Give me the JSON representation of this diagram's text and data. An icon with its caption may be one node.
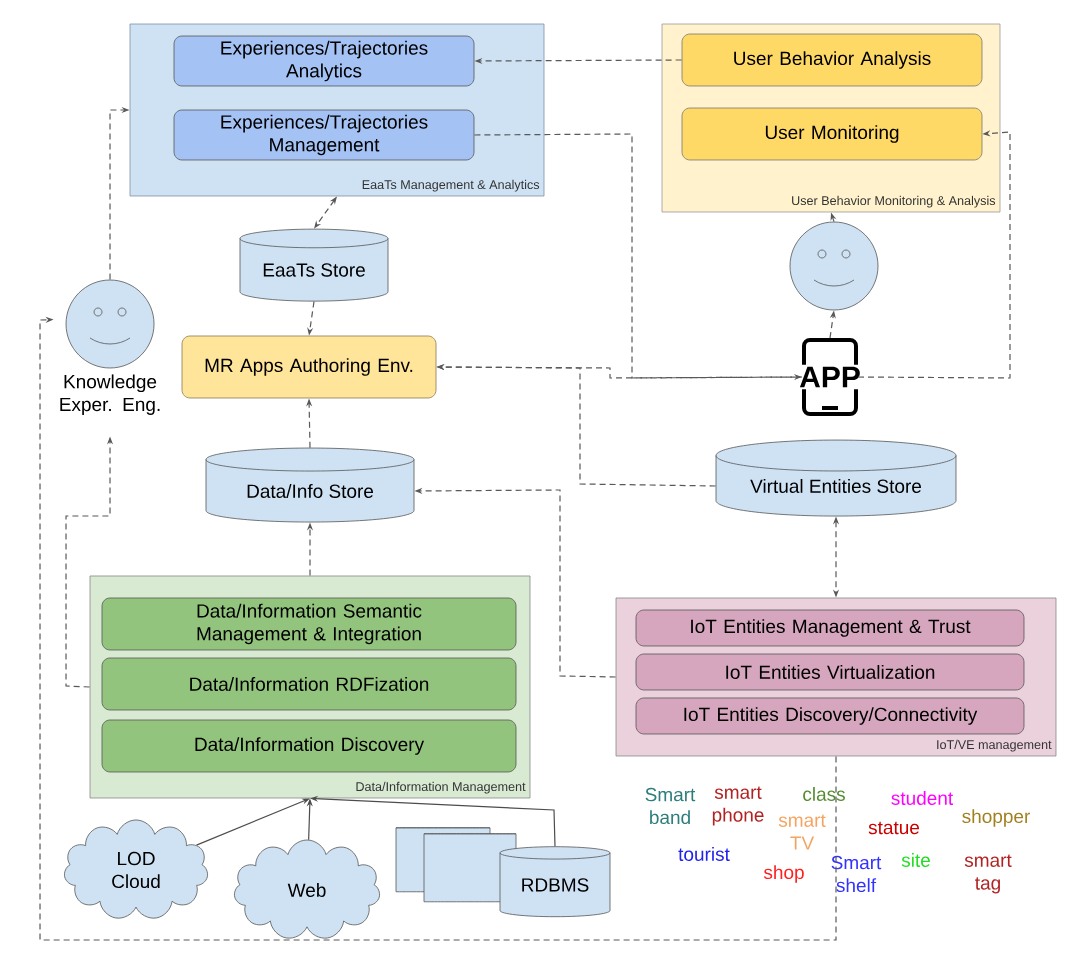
{
  "diagram": {
    "nodes": [
      {
        "text": [
          "EaaTs Management & Analytics"
        ]
      },
      {
        "text": [
          "Experiences/Trajectories Analytics"
        ],
        "in": 0
      },
      {
        "text": [
          "Experiences/Trajectories Management"
        ],
        "in": 0
      },
      {
        "text": [
          "User Behavior Monitoring & Analysis"
        ]
      },
      {
        "text": [
          "User Behavior Analysis"
        ],
        "in": 3
      },
      {
        "text": [
          "User Monitoring"
        ],
        "in": 3
      },
      {
        "text": [
          "EaaTs Store"
        ]
      },
      {
        "text": [
          "Knowledge Exper. Eng."
        ]
      },
      {
        "text": [
          "MR Apps Authoring Env."
        ]
      },
      {
        "text": [],
        "shape": "person"
      },
      {
        "text": [
          "APP"
        ]
      },
      {
        "text": [
          "Data/Info Store"
        ]
      },
      {
        "text": [
          "Virtual Entities Store"
        ]
      },
      {
        "text": [
          "Data/Information Management"
        ]
      },
      {
        "text": [
          "Data/Information Semantic Management & Integration"
        ],
        "in": 13
      },
      {
        "text": [
          "Data/Information RDFization"
        ],
        "in": 13
      },
      {
        "text": [
          "Data/Information Discovery"
        ],
        "in": 13
      },
      {
        "text": [
          "IoT/VE management"
        ]
      },
      {
        "text": [
          "IoT Entities Management & Trust"
        ],
        "in": 17
      },
      {
        "text": [
          "IoT Entities Virtualization"
        ],
        "in": 17
      },
      {
        "text": [
          "IoT Entities Discovery/Connectivity"
        ],
        "in": 17
      },
      {
        "text": [
          "LOD Cloud"
        ]
      },
      {
        "text": [
          "Web"
        ]
      },
      {
        "text": [],
        "shape": "cylinder"
      },
      {
        "text": [],
        "shape": "cylinder"
      },
      {
        "text": [
          "RDBMS"
        ]
      }
    ],
    "edges": [
      {
        "from": 4,
        "to": 1,
        "arrow": "to",
        "style": "dashed"
      },
      {
        "from": 2,
        "to": 10,
        "arrow": "to",
        "style": "dashed"
      },
      {
        "from": 10,
        "to": 5,
        "arrow": "to",
        "style": "dashed"
      },
      {
        "from": 10,
        "to": 9,
        "arrow": "to",
        "style": "dashed"
      },
      {
        "from": 9,
        "to": 3,
        "arrow": "to",
        "style": "dashed"
      },
      {
        "from": 0,
        "to": 6,
        "arrow": "both",
        "style": "dashed"
      },
      {
        "from": 6,
        "to": 8,
        "arrow": "to",
        "style": "dashed"
      },
      {
        "from": 11,
        "to": 8,
        "arrow": "to",
        "style": "dashed"
      },
      {
        "from": 13,
        "to": 11,
        "arrow": "to",
        "style": "dashed"
      },
      {
        "from": 7,
        "to": 0,
        "arrow": "to",
        "style": "dashed"
      },
      {
        "from": 13,
        "to": 7,
        "arrow": "to",
        "style": "dashed"
      },
      {
        "from": 17,
        "to": 7,
        "arrow": "to",
        "style": "dashed"
      },
      {
        "from": 10,
        "to": 8,
        "arrow": "to",
        "style": "dashed"
      },
      {
        "from": 12,
        "to": 8,
        "arrow": "to",
        "style": "dashed"
      },
      {
        "from": 12,
        "to": 17,
        "arrow": "both",
        "style": "dashed"
      },
      {
        "from": 17,
        "to": 11,
        "arrow": "to",
        "style": "dashed"
      },
      {
        "from": 21,
        "to": 13,
        "arrow": "to"
      },
      {
        "from": 22,
        "to": 13,
        "arrow": "to"
      },
      {
        "from": 25,
        "to": 13,
        "arrow": "to"
      }
    ],
    "labels": [
      "Smart band",
      "smart phone",
      "class",
      "student",
      "smart TV",
      "statue",
      "shopper",
      "tourist",
      "shop",
      "Smart shelf",
      "site",
      "smart tag"
    ]
  }
}
